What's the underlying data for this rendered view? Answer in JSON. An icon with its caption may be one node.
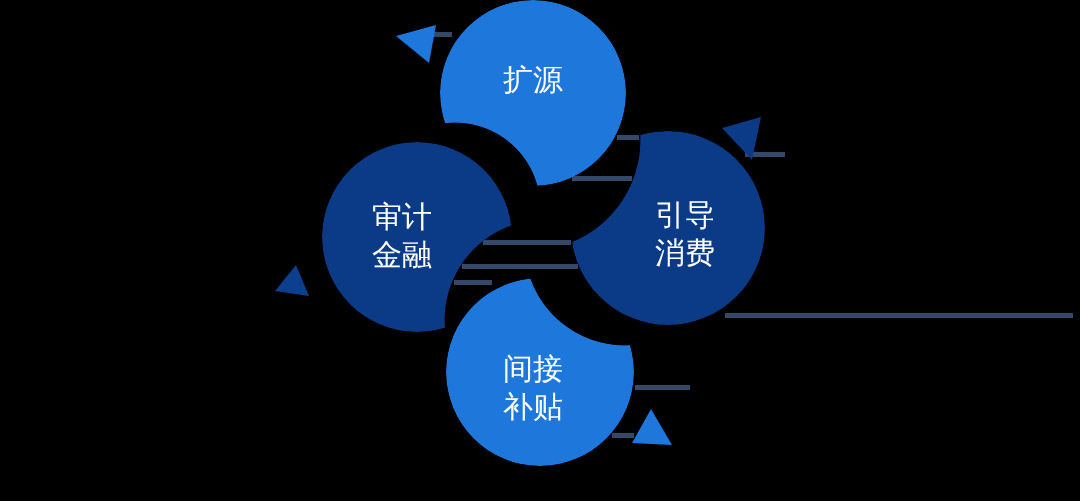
{
  "diagram": {
    "nodes": [
      {
        "text": [
          "扩源"
        ]
      },
      {
        "text": [
          "审计金融"
        ]
      },
      {
        "text": [
          "引导消费"
        ]
      },
      {
        "text": [
          "间接补贴"
        ]
      }
    ]
  }
}
